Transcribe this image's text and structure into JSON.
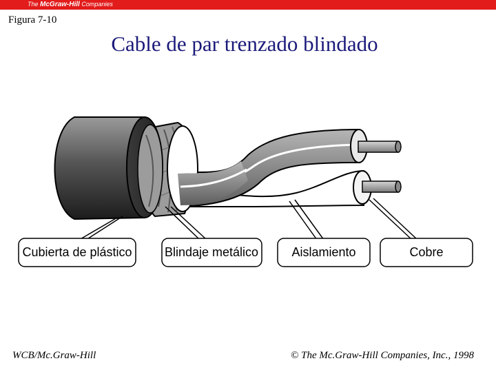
{
  "header": {
    "logo_prefix": "The",
    "logo_brand": "McGraw-Hill",
    "logo_suffix": "Companies",
    "colors": {
      "bar": "#e21b1b",
      "title": "#1a1a7a"
    }
  },
  "figure_label": "Figura 7-10",
  "title": "Cable de par trenzado blindado",
  "labels": {
    "jacket": "Cubierta de plástico",
    "shield": "Blindaje metálico",
    "insulation": "Aislamiento",
    "copper": "Cobre"
  },
  "footer": {
    "left": "WCB/Mc.Graw-Hill",
    "copyright_symbol": "©",
    "right": "The Mc.Graw-Hill Companies, Inc., 1998"
  }
}
